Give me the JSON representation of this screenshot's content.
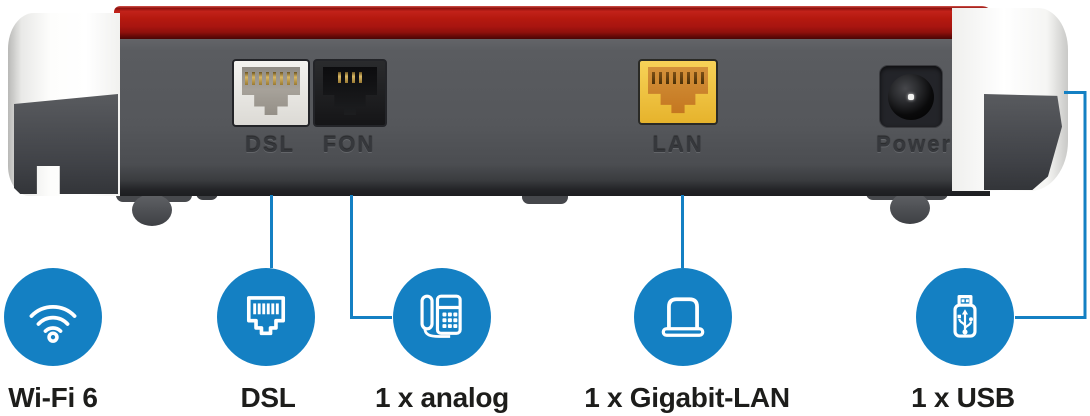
{
  "device": {
    "name": "wifi-router-rear-panel",
    "ports": [
      {
        "id": "dsl",
        "label": "DSL"
      },
      {
        "id": "fon",
        "label": "FON"
      },
      {
        "id": "lan",
        "label": "LAN"
      },
      {
        "id": "power",
        "label": "Power"
      }
    ]
  },
  "features": [
    {
      "id": "wifi",
      "label": "Wi-Fi 6",
      "icon": "wifi-icon",
      "callout_to": null
    },
    {
      "id": "dsl",
      "label": "DSL",
      "icon": "rj45-jack-icon",
      "callout_to": "dsl-port"
    },
    {
      "id": "analog",
      "label": "1 x analog",
      "icon": "telephone-icon",
      "callout_to": "fon-port"
    },
    {
      "id": "gigabit_lan",
      "label": "1 x Gigabit-LAN",
      "icon": "laptop-icon",
      "callout_to": "lan-port"
    },
    {
      "id": "usb",
      "label": "1 x USB",
      "icon": "usb-stick-icon",
      "callout_to": "right-side-usb-port"
    }
  ],
  "colors": {
    "accent_blue": "#1480c3",
    "band_red": "#b0170f",
    "body_gray": "#55575b",
    "lan_port_yellow": "#eec23f",
    "dsl_port_white": "#ecebe7",
    "label_black": "#1d1d1b",
    "background": "#ffffff"
  }
}
